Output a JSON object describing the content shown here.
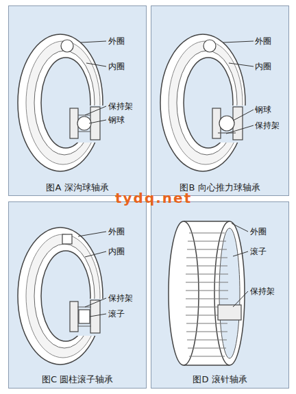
{
  "diagram": {
    "nodes": [
      {
        "text": [
          "图A 深沟球轴承"
        ]
      },
      {
        "text": [
          "图B 向心推力球轴承"
        ]
      },
      {
        "text": [
          "图C 圆柱滚子轴承"
        ]
      },
      {
        "text": [
          "图D 滚针轴承"
        ]
      }
    ],
    "labels": [
      "外圈",
      "内圈",
      "保持架",
      "钢球",
      "外圈",
      "内圈",
      "钢球",
      "保持架",
      "外圈",
      "内圈",
      "保持架",
      "滚子",
      "外圈",
      "滚子",
      "保持架",
      "tydq.net"
    ]
  }
}
